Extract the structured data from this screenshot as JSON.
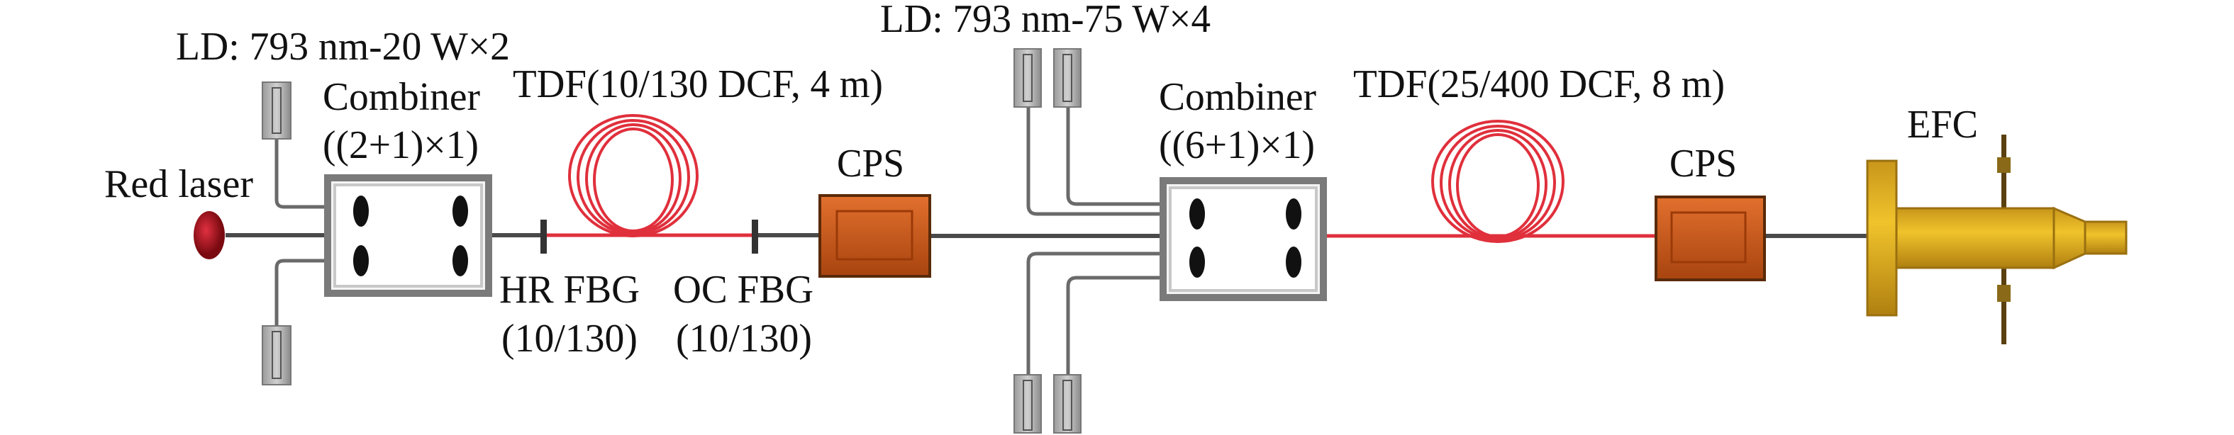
{
  "labels": {
    "ld_small": "LD: 793 nm-20 W×2",
    "ld_large": "LD: 793 nm-75 W×4",
    "red_laser": "Red laser",
    "combiner1_line1": "Combiner",
    "combiner1_line2": "((2+1)×1)",
    "tdf1": "TDF(10/130 DCF, 4 m)",
    "hr_fbg_line1": "HR FBG",
    "hr_fbg_line2": "(10/130)",
    "oc_fbg_line1": "OC FBG",
    "oc_fbg_line2": "(10/130)",
    "cps1": "CPS",
    "combiner2_line1": "Combiner",
    "combiner2_line2": "((6+1)×1)",
    "tdf2": "TDF(25/400 DCF, 8 m)",
    "cps2": "CPS",
    "efc": "EFC"
  },
  "colors": {
    "active_fiber": "#e0303c",
    "passive_fiber": "#4a4a4a",
    "cps": "#c8561c",
    "efc": "#e0b020",
    "red_laser": "#a01018",
    "combiner_frame": "#8a8a8a"
  }
}
